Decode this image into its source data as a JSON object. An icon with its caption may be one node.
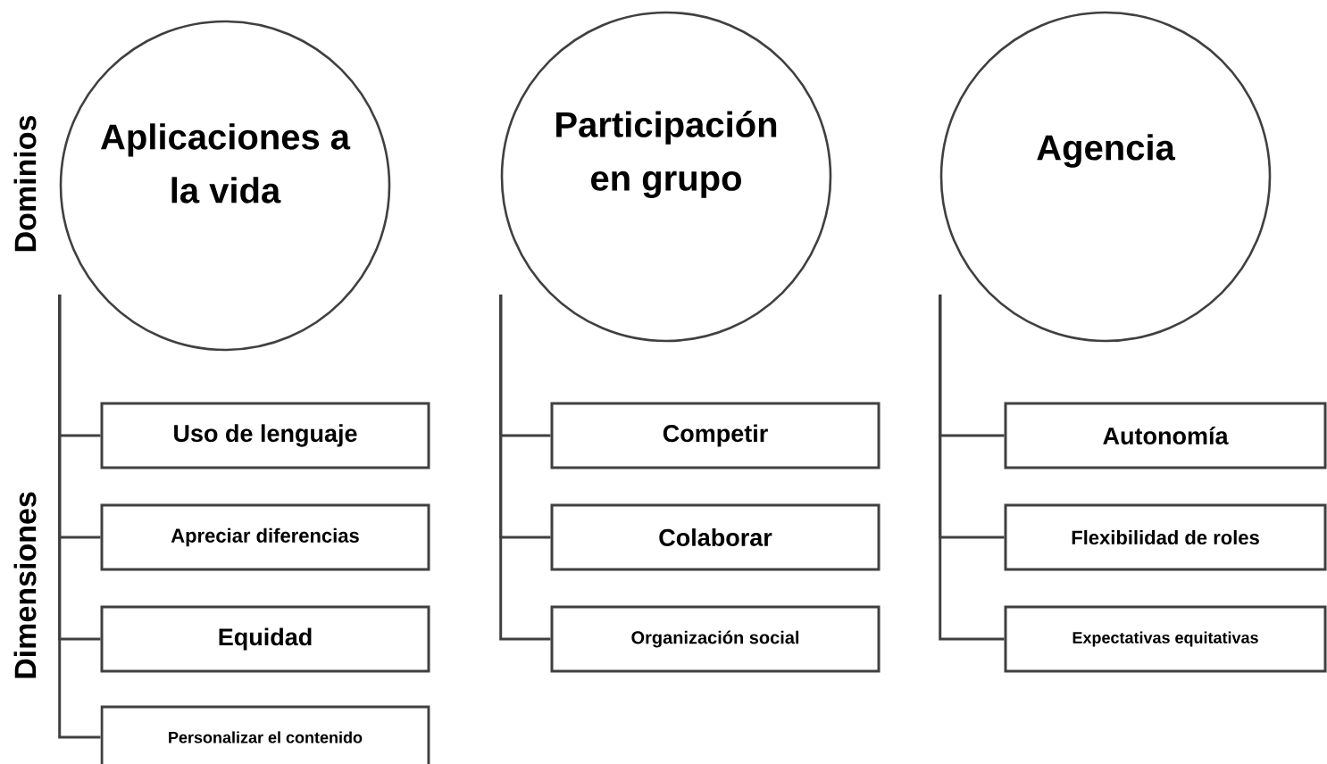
{
  "diagram": {
    "nodes": [
      {
        "text": [
          "Aplicaciones a la vida"
        ]
      },
      {
        "text": [
          "Uso de lenguaje"
        ]
      },
      {
        "text": [
          "Apreciar diferencias"
        ]
      },
      {
        "text": [
          "Equidad"
        ]
      },
      {
        "text": [
          "Personalizar el contenido"
        ]
      },
      {
        "text": [
          "Participación en grupo"
        ]
      },
      {
        "text": [
          "Competir"
        ]
      },
      {
        "text": [
          "Colaborar"
        ]
      },
      {
        "text": [
          "Organización social"
        ]
      },
      {
        "text": [
          "Agencia"
        ]
      },
      {
        "text": [
          "Autonomía"
        ]
      },
      {
        "text": [
          "Flexibilidad de roles"
        ]
      },
      {
        "text": [
          "Expectativas equitativas"
        ]
      }
    ],
    "edges": [
      {
        "from": 0,
        "to": 1,
        "arrow": "none"
      },
      {
        "from": 0,
        "to": 2,
        "arrow": "none"
      },
      {
        "from": 0,
        "to": 3,
        "arrow": "none"
      },
      {
        "from": 0,
        "to": 4,
        "arrow": "none"
      },
      {
        "from": 5,
        "to": 6,
        "arrow": "none"
      },
      {
        "from": 5,
        "to": 7,
        "arrow": "none"
      },
      {
        "from": 5,
        "to": 8,
        "arrow": "none"
      },
      {
        "from": 9,
        "to": 10,
        "arrow": "none"
      },
      {
        "from": 9,
        "to": 11,
        "arrow": "none"
      },
      {
        "from": 9,
        "to": 12,
        "arrow": "none"
      }
    ],
    "labels": [
      "Dominios",
      "Dimensiones"
    ]
  }
}
